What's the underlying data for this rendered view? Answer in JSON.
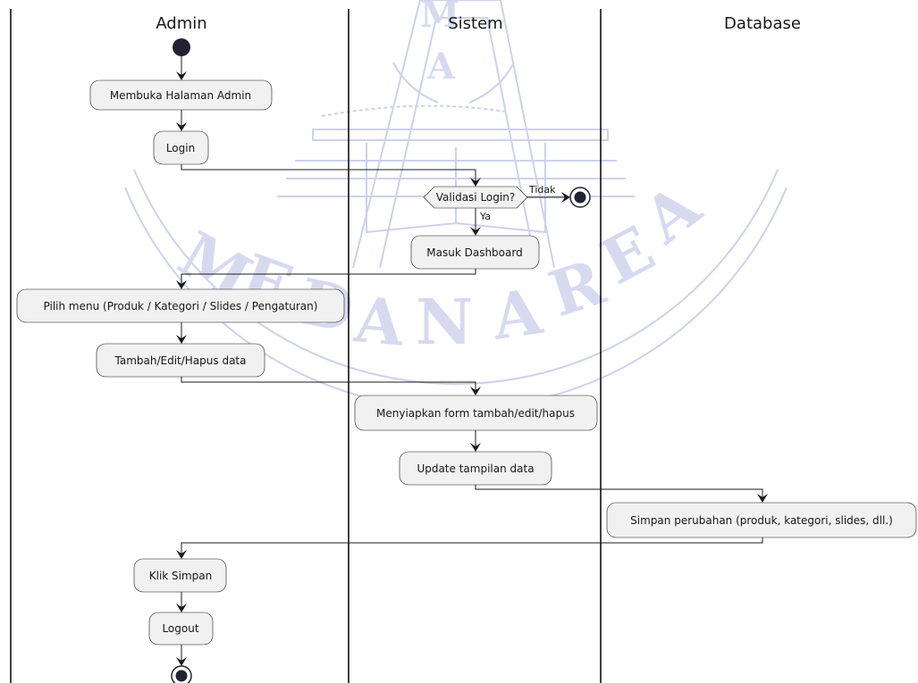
{
  "lanes": [
    {
      "title": "Admin"
    },
    {
      "title": "Sistem"
    },
    {
      "title": "Database"
    }
  ],
  "activities": [
    {
      "label": "Membuka Halaman Admin"
    },
    {
      "label": "Login"
    },
    {
      "label": "Masuk Dashboard"
    },
    {
      "label": "Pilih menu (Produk / Kategori / Slides / Pengaturan)"
    },
    {
      "label": "Tambah/Edit/Hapus data"
    },
    {
      "label": "Menyiapkan form tambah/edit/hapus"
    },
    {
      "label": "Update tampilan data"
    },
    {
      "label": "Simpan perubahan (produk, kategori, slides, dll.)"
    },
    {
      "label": "Klik Simpan"
    },
    {
      "label": "Logout"
    }
  ],
  "decision": {
    "label": "Validasi Login?",
    "yes_label": "Ya",
    "no_label": "Tidak"
  },
  "watermark": {
    "text": "MEDAN AREA",
    "seal_letters": "M A",
    "color": "#c8cde9"
  },
  "colors": {
    "activity_fill": "#f1f1f1",
    "line": "#181818",
    "node": "#222233"
  }
}
